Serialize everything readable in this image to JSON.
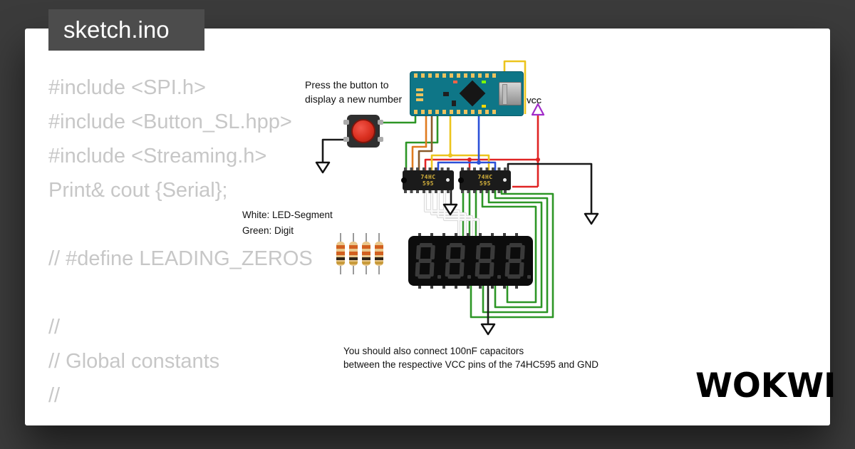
{
  "window": {
    "tab_label": "sketch.ino"
  },
  "code": {
    "lines": [
      "#include <SPI.h>",
      "#include <Button_SL.hpp>",
      "#include <Streaming.h>",
      "Print& cout {Serial};",
      "",
      "// #define LEADING_ZEROS",
      "",
      "//",
      "// Global constants",
      "//"
    ]
  },
  "diagram": {
    "notes": {
      "button_line1": "Press the button to",
      "button_line2": "display a new number",
      "legend_white": "White: LED-Segment",
      "legend_green": "Green: Digit",
      "vcc": "VCC",
      "capacitor_line1": "You should also connect 100nF capacitors",
      "capacitor_line2": "between the respective VCC pins of the 74HC595 and GND"
    },
    "components": {
      "shift_registers": [
        {
          "line1": "74HC",
          "line2": "595"
        },
        {
          "line1": "74HC",
          "line2": "595"
        }
      ],
      "display": {
        "value": "8.8.8.8"
      }
    }
  },
  "branding": {
    "logo_text": "WOKWI"
  },
  "colors": {
    "background": "#3b3b3b",
    "card": "#ffffff",
    "tab_bg": "#4c4c4c",
    "code_text": "#c7c7c7",
    "board_teal": "#0e7687",
    "button_red": "#d92f1f",
    "wire_green": "#2d9626",
    "wire_red": "#e02424",
    "wire_yellow": "#ecc41d",
    "wire_orange": "#e07b1f",
    "wire_brown": "#8a5a2a",
    "wire_blue": "#2b50d8",
    "wire_black": "#1a1a1a",
    "wire_white": "#fafafa",
    "vcc_arrow": "#a12cc9"
  }
}
